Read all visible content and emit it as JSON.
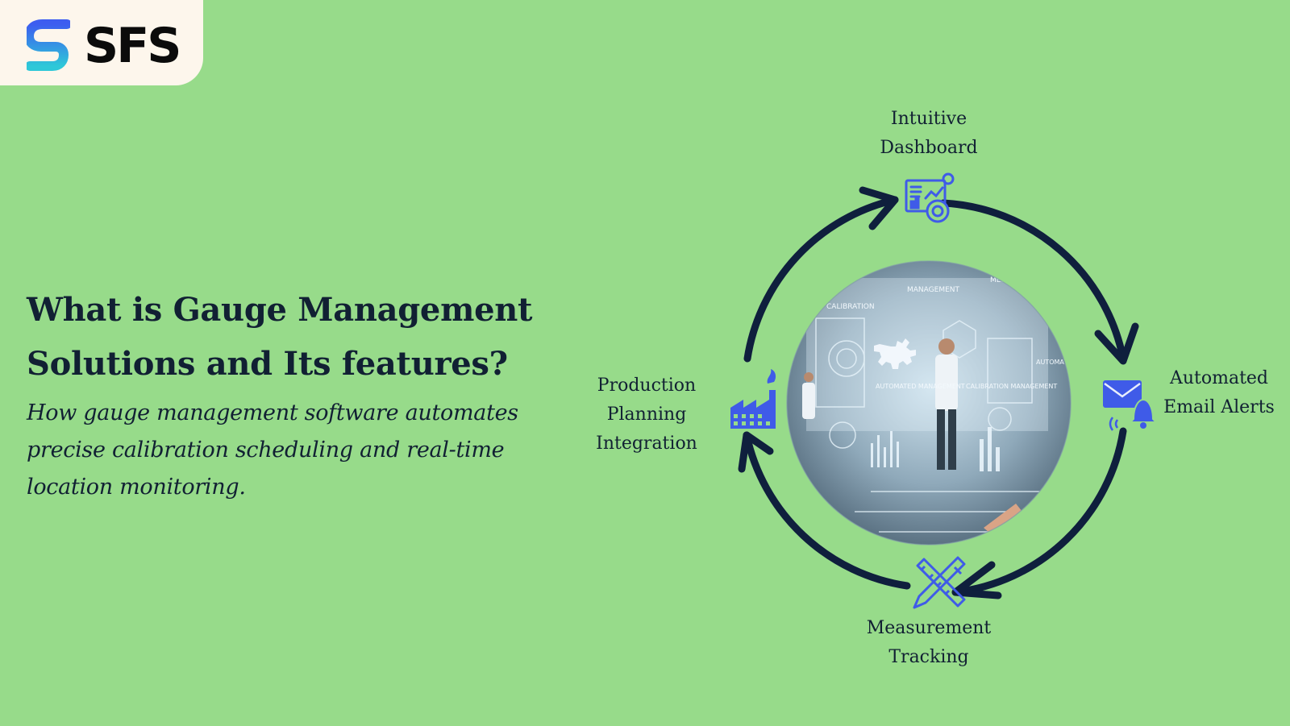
{
  "brand": {
    "name": "SFS"
  },
  "headline": {
    "line1": "What is Gauge Management",
    "line2": "Solutions and Its features?"
  },
  "subhead": {
    "line1": "How gauge management software automates",
    "line2": "precise calibration scheduling and real-time",
    "line3": "location monitoring."
  },
  "cycle": {
    "center_image": {
      "signs": [
        "CALIBRATION",
        "MANAGEMENT",
        "MENT",
        "AUTOMATED",
        "AUTOMATED MANAGEMENT",
        "CALIBRATION MANAGEMENT"
      ]
    },
    "features": [
      {
        "lines": [
          "Intuitive",
          "Dashboard"
        ],
        "icon": "dashboard-icon"
      },
      {
        "lines": [
          "Automated",
          "Email Alerts"
        ],
        "icon": "email-alert-icon"
      },
      {
        "lines": [
          "Measurement",
          "Tracking"
        ],
        "icon": "pencil-ruler-icon"
      },
      {
        "lines": [
          "Production",
          "Planning",
          "Integration"
        ],
        "icon": "factory-icon"
      }
    ]
  },
  "colors": {
    "background": "#97db8a",
    "arrow": "#0f1f3d",
    "icon": "#3f5be8",
    "text": "#112033",
    "logo_card": "#fdf6ec"
  }
}
